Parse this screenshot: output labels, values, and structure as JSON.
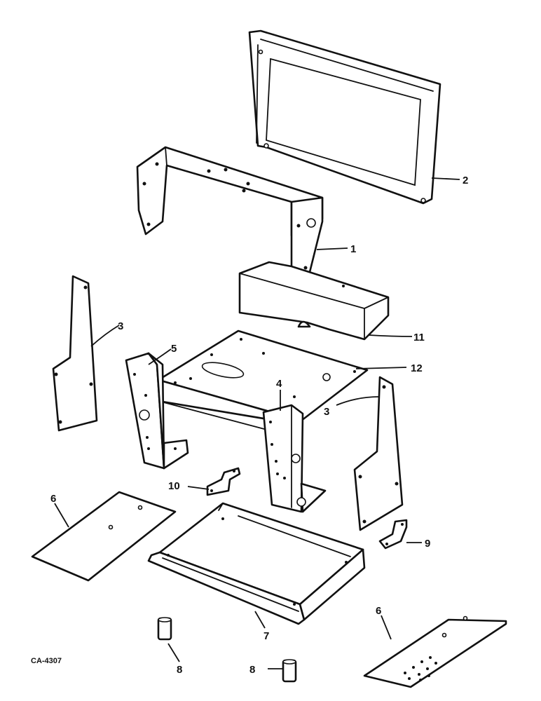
{
  "drawing_ref": "CA-4307",
  "colors": {
    "ink": "#111111",
    "paper": "#ffffff"
  },
  "callouts": {
    "c1": "1",
    "c2": "2",
    "c3a": "3",
    "c3b": "3",
    "c4": "4",
    "c5": "5",
    "c6a": "6",
    "c6b": "6",
    "c7": "7",
    "c8a": "8",
    "c8b": "8",
    "c9": "9",
    "c10": "10",
    "c11": "11",
    "c12": "12"
  }
}
